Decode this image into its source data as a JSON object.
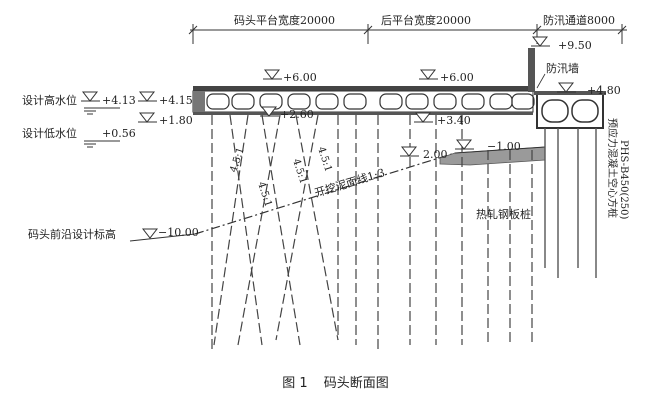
{
  "dimensions": {
    "wharf_platform": "码头平台宽度20000",
    "rear_platform": "后平台宽度20000",
    "flood_passage": "防汛通道8000"
  },
  "water_levels": {
    "high_label": "设计高水位",
    "high_value": "+4.13",
    "low_label": "设计低水位",
    "low_value": "+0.56",
    "front_bed_label": "码头前沿设计标高",
    "front_bed_value": "−10.00"
  },
  "elevations": {
    "e1": "+4.15",
    "e2": "+1.80",
    "e3": "+6.00",
    "e4": "+2.60",
    "e5": "+6.00",
    "e6": "+3.40",
    "e7": "2.00",
    "e8": "−1.00",
    "e9": "+9.50",
    "e10": "+4.80"
  },
  "labels": {
    "flood_wall": "防汛墙",
    "slope": "开挖泥面线1:3",
    "sheet_pile": "热轧钢板桩",
    "square_pile_1": "预应力混凝土空心方桩",
    "square_pile_2": "PHS-B450(250)"
  },
  "pile_ratios": [
    "4.5:1",
    "4.5:1",
    "4.5:1",
    "4.5:1"
  ],
  "caption": {
    "number": "图 1",
    "title": "码头断面图"
  }
}
